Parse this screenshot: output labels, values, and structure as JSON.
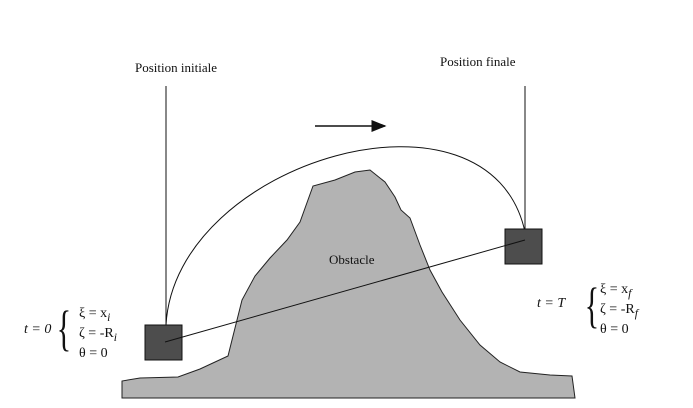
{
  "labels": {
    "initial": "Position initiale",
    "final": "Position finale",
    "obstacle": "Obstacle"
  },
  "initial_conditions": {
    "time": "t = 0",
    "xi": "ξ = x",
    "xi_sub": "i",
    "zeta": "ζ = -R",
    "zeta_sub": "i",
    "theta": "θ = 0"
  },
  "final_conditions": {
    "time": "t = T",
    "xi": "ξ = x",
    "xi_sub": "f",
    "zeta": "ζ = -R",
    "zeta_sub": "f",
    "theta": "θ = 0"
  },
  "colors": {
    "obstacle": "#b3b3b3",
    "block": "#4d4d4d",
    "line": "#111111"
  }
}
